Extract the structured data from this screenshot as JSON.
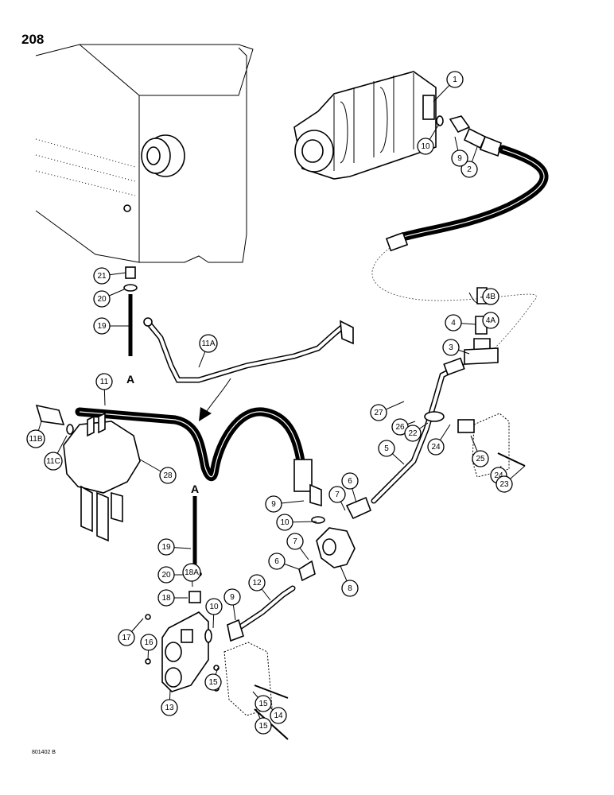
{
  "page_number": "208",
  "figure_code": "801402 B",
  "section_marker": "A",
  "callouts": [
    "1",
    "2",
    "9",
    "10",
    "21",
    "20",
    "19",
    "11A",
    "4B",
    "4A",
    "4",
    "3",
    "11",
    "11B",
    "11C",
    "28",
    "27",
    "26",
    "22",
    "5",
    "24",
    "25",
    "24",
    "23",
    "6",
    "7",
    "9",
    "10",
    "7",
    "6",
    "8",
    "19",
    "20",
    "18A",
    "18",
    "12",
    "9",
    "10",
    "17",
    "16",
    "13",
    "15",
    "15",
    "15",
    "14"
  ]
}
